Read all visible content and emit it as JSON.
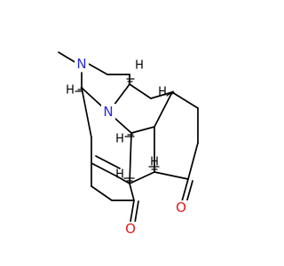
{
  "molecule": {
    "colors": {
      "bond": "#000000",
      "nitrogen": "#2b2bd6",
      "oxygen": "#e01b1b",
      "hydrogen": "#000000",
      "background": "#ffffff"
    },
    "atoms": {
      "n_methyl": "N",
      "n_bridge": "N",
      "o_lower_ketone": "O",
      "o_right_ketone": "O"
    },
    "stereo_h": {
      "h_upper_left": "H",
      "h_upper_mid": "H",
      "h_upper_right": "H",
      "h_center": "H",
      "h_lower_mid": "H",
      "h_lower_left": "H"
    }
  }
}
